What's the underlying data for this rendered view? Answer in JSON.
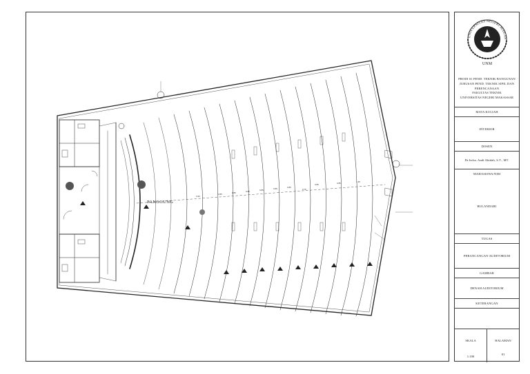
{
  "stage": {
    "label": "PANGGUNG"
  },
  "row_spacing_labels": [
    "0.90",
    "0.85",
    "0.85",
    "0.85",
    "0.85",
    "0.85",
    "0.85",
    "0.75",
    "0.85",
    "0.85",
    "1.35"
  ],
  "logo": {
    "ring_text": "UNIVERSITAS NEGERI MAKASSAR",
    "initials": "UNM"
  },
  "title_block": {
    "institution": [
      "PRODI S1 PEND. TEKNIK BANGUNAN",
      "JURUSAN PEND. TEKNIK SIPIL DAN",
      "PERENCANAAN",
      "FAKULTAS TEKNIK",
      "UNIVERSITAS NEGERI MAKASSAR"
    ],
    "course_label": "MATA KULIAH",
    "course_value": "INTERIOR",
    "lecturer_label": "DOSEN",
    "lecturer_value": "Dr.Ischa. Andi Abidah, S.T., MT.",
    "student_label": "MAHASISWA/NIM",
    "student_value": "BULANDARI",
    "assignment_label": "TUGAS",
    "assignment_value": "PERANCANGAN AUDITORIUM",
    "drawing_label": "GAMBAR",
    "drawing_value": "DENAH AUDITORIUM",
    "notes_label": "KETERANGAN",
    "scale_label": "SKALA",
    "scale_value": "1:100",
    "page_label": "HALAMAN",
    "page_value": "01"
  }
}
